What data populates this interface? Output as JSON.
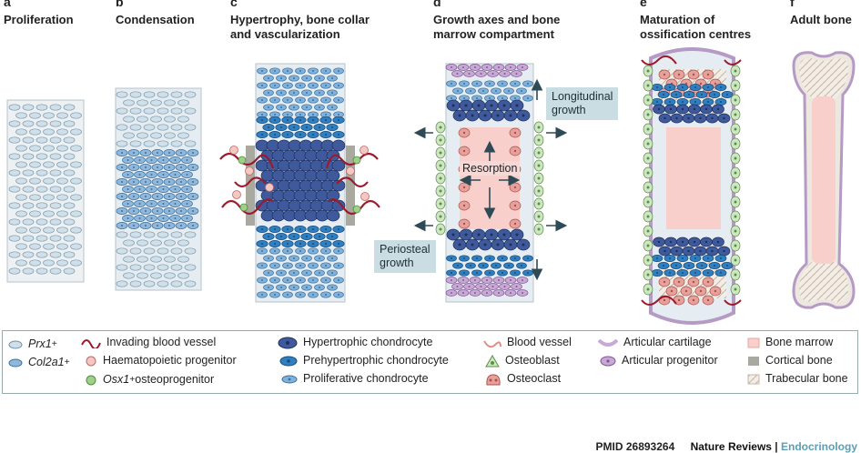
{
  "panels": [
    {
      "letter": "a",
      "title": "Proliferation"
    },
    {
      "letter": "b",
      "title": "Condensation"
    },
    {
      "letter": "c",
      "title_line1": "Hypertrophy, bone collar",
      "title_line2": "and vascularization"
    },
    {
      "letter": "d",
      "title_line1": "Growth axes and bone",
      "title_line2": "marrow compartment"
    },
    {
      "letter": "e",
      "title_line1": "Maturation of",
      "title_line2": "ossification centres"
    },
    {
      "letter": "f",
      "title": "Adult bone"
    }
  ],
  "callouts": {
    "longitudinal_1": "Longitudinal",
    "longitudinal_2": "growth",
    "resorption": "Resorption",
    "periosteal_1": "Periosteal",
    "periosteal_2": "growth"
  },
  "legend": {
    "prx1": "Prx1",
    "prx1_sup": "+",
    "col2a1": "Col2a1",
    "col2a1_sup": "+",
    "invading_blood_vessel": "Invading blood vessel",
    "haematopoietic_progenitor": "Haematopoietic progenitor",
    "osx1": "Osx1",
    "osx1_sup": "+",
    "osteoprogenitor": " osteoprogenitor",
    "hypertrophic_chondrocyte": "Hypertrophic chondrocyte",
    "prehypertrophic_chondrocyte": "Prehypertrophic chondrocyte",
    "proliferative_chondrocyte": "Proliferative chondrocyte",
    "blood_vessel": "Blood vessel",
    "osteoblast": "Osteoblast",
    "osteoclast": "Osteoclast",
    "articular_cartilage": "Articular cartilage",
    "articular_progenitor": "Articular progenitor",
    "bone_marrow": "Bone marrow",
    "cortical_bone": "Cortical bone",
    "trabecular_bone": "Trabecular bone"
  },
  "colors": {
    "prx1": "#cfe0ea",
    "col2a1": "#8fb8dc",
    "hypertrophic": "#3e5a9c",
    "prehypertrophic": "#2f7fc1",
    "proliferative": "#7fb2dd",
    "vessel_invading": "#9b1b2c",
    "vessel": "#e08f86",
    "osteoblast": "#cfe6c2",
    "osteoclast": "#e7a19d",
    "articular": "#c9a8d6",
    "marrow": "#f8cfca",
    "cortical": "#a9a9a0",
    "trabecular": "#e2d9cf"
  },
  "footer": {
    "pmid": "PMID 26893264",
    "journal": "Nature Reviews",
    "separator": " | ",
    "subjournal": "Endocrinology"
  }
}
